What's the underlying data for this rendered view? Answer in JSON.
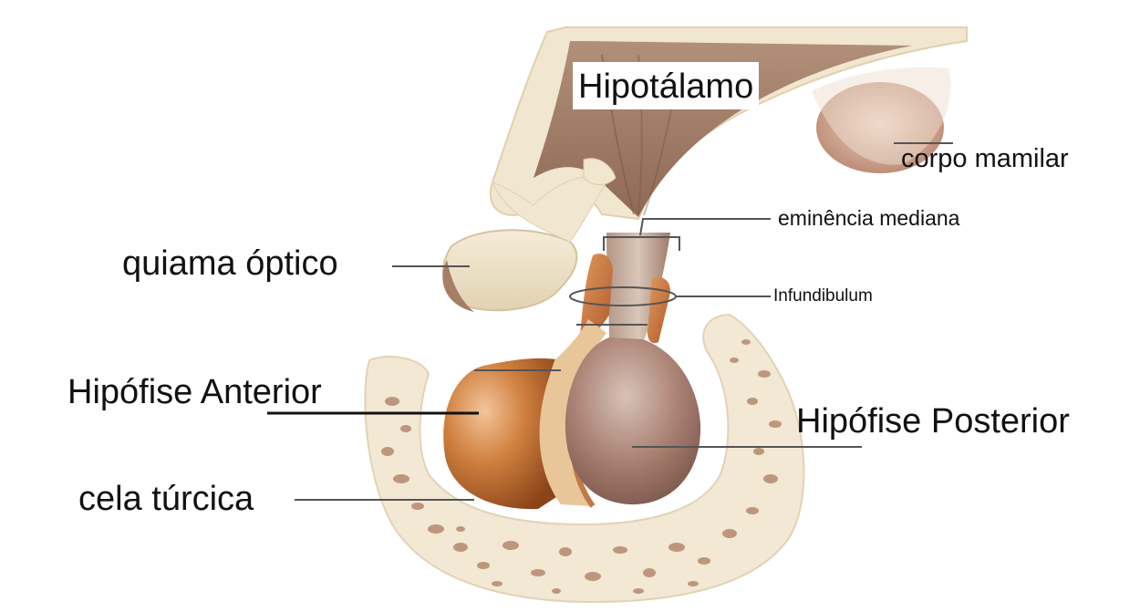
{
  "labels": {
    "hypothalamus": "Hipotálamo",
    "mammillary_body": "corpo mamilar",
    "median_eminence": "eminência mediana",
    "optic_chiasm": "quiama óptico",
    "infundibulum": "Infundibulum",
    "anterior_pituitary": "Hipófise Anterior",
    "posterior_pituitary": "Hipófise Posterior",
    "sella_turcica": "cela túrcica"
  },
  "colors": {
    "bone": "#f1e6cf",
    "bone_pore": "#b78c70",
    "hypothalamus_tissue": "#a27c64",
    "anterior_lobe": "#c86f36",
    "posterior_lobe": "#9a7366",
    "pars_intermedia": "#e8c89a",
    "leader_line": "#555555"
  }
}
